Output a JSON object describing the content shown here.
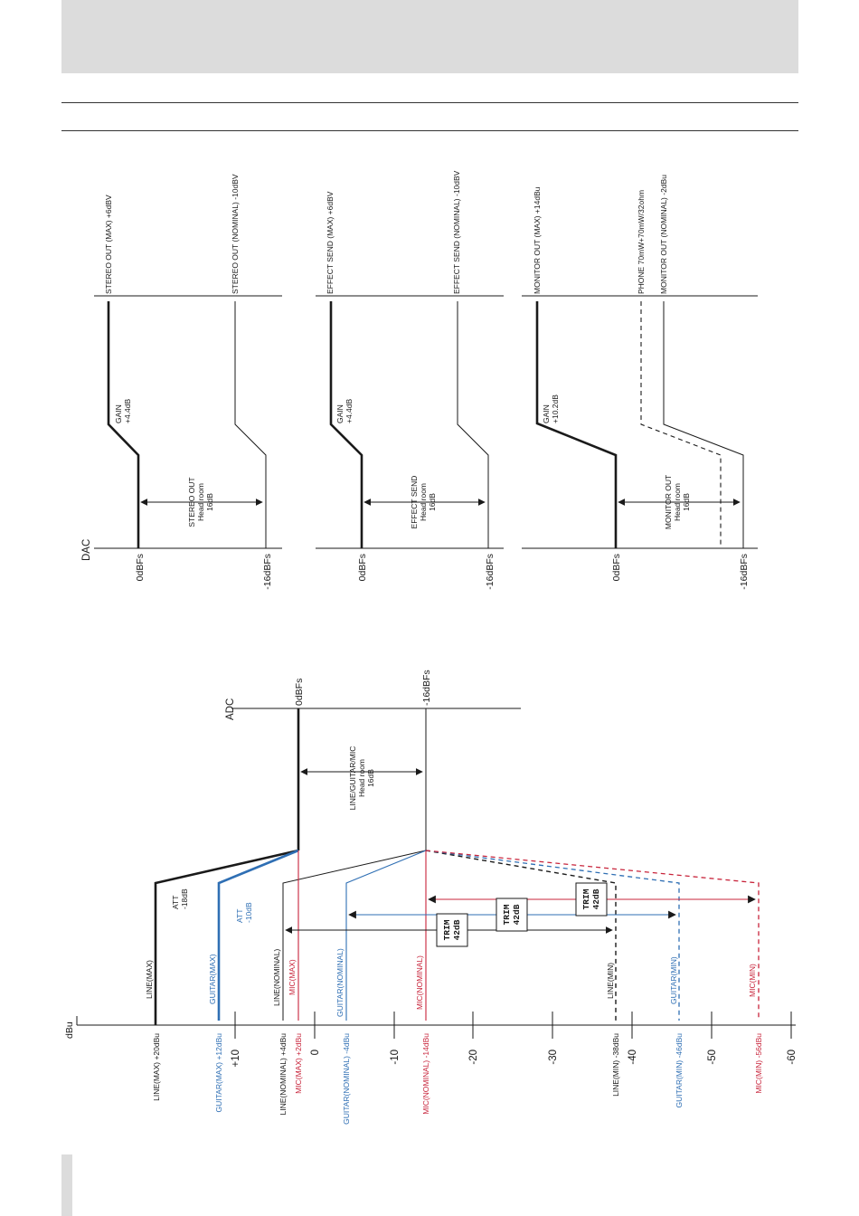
{
  "colors": {
    "black": "#1a1a1a",
    "blue": "#2f6fb4",
    "red": "#c8243b",
    "header": "#dcdcdc"
  },
  "dac": {
    "title": "DAC",
    "zero": "0dBFs",
    "minus16": "-16dBFs",
    "stereo": {
      "max": "STEREO OUT (MAX) +6dBV",
      "nominal": "STEREO OUT (NOMINAL) -10dBV",
      "gain": [
        "GAIN",
        "+4.4dB"
      ],
      "headroom": [
        "STEREO OUT",
        "Head room",
        "16dB"
      ]
    },
    "effect": {
      "max": "EFFECT SEND (MAX) +6dBV",
      "nominal": "EFFECT SEND (NOMINAL) -10dBV",
      "gain": [
        "GAIN",
        "+4.4dB"
      ],
      "headroom": [
        "EFFECT SEND",
        "Head room",
        "16dB"
      ]
    },
    "monitor": {
      "max": "MONITOR OUT (MAX) +14dBu",
      "phone": "PHONE 70mW+70mW/32ohm",
      "nominal": "MONITOR OUT (NOMINAL) -2dBu",
      "gain": [
        "GAIN",
        "+10.2dB"
      ],
      "headroom": [
        "MONITOR OUT",
        "Head room",
        "16dB"
      ]
    }
  },
  "adc": {
    "title": "ADC",
    "zero": "0dBFs",
    "minus16": "-16dBFs",
    "headroom": [
      "LINE/GUITAR/MIC",
      "Head room",
      "16dB"
    ],
    "att_line": [
      "ATT",
      "-18dB"
    ],
    "att_guitar": [
      "ATT",
      "-10dB"
    ],
    "trim1": [
      "TRIM",
      "42dB"
    ],
    "trim2": [
      "TRIM",
      "42dB"
    ],
    "trim3": [
      "TRIM",
      "42dB"
    ],
    "signals": {
      "line_max": "LINE(MAX)",
      "guitar_max": "GUITAR(MAX)",
      "line_nominal": "LINE(NOMINAL)",
      "mic_max": "MIC(MAX)",
      "guitar_nominal": "GUITAR(NOMINAL)",
      "mic_nominal": "MIC(NOMINAL)",
      "line_min": "LINE(MIN)",
      "guitar_min": "GUITAR(MIN)",
      "mic_min": "MIC(MIN)"
    }
  },
  "scale": {
    "unit": "dBu",
    "ticks": [
      "+10",
      "0",
      "-10",
      "-20",
      "-30",
      "-40",
      "-50",
      "-60"
    ],
    "levels": {
      "line_max": "LINE(MAX) +20dBu",
      "guitar_max": "GUITAR(MAX) +12dBu",
      "line_nominal": "LINE(NOMINAL) +4dBu",
      "mic_max": "MIC(MAX) +2dBu",
      "guitar_nominal": "GUITAR(NOMINAL) -4dBu",
      "mic_nominal": "MIC(NOMINAL) -14dBu",
      "line_min": "LINE(MIN) -38dBu",
      "guitar_min": "GUITAR(MIN) -46dBu",
      "mic_min": "MIC(MIN) -56dBu"
    }
  }
}
